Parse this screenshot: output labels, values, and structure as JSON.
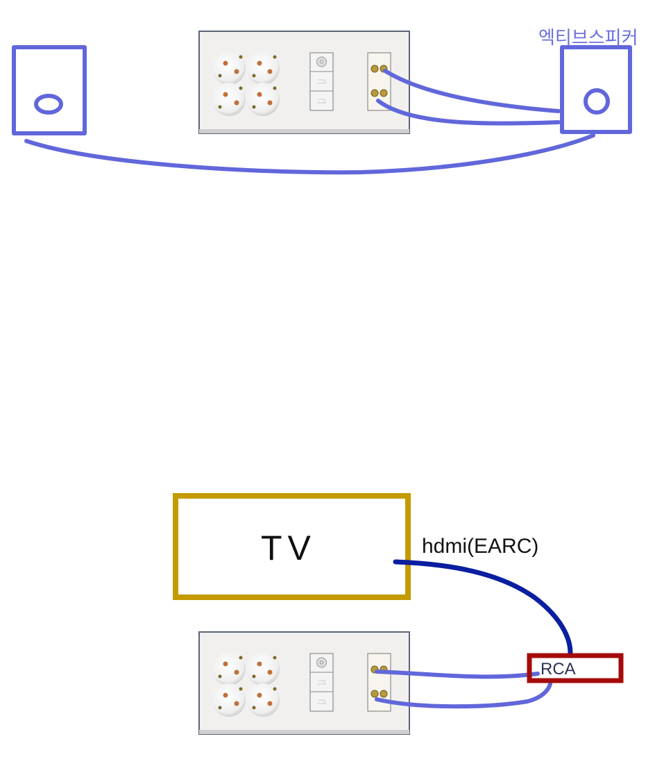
{
  "labels": {
    "active_speaker": "엑티브스피커",
    "tv": "TV",
    "hdmi": "hdmi(EARC)",
    "rca": "RCA"
  },
  "colors": {
    "speaker_wire": "#6167DA",
    "hdmi_wire": "#0A1FA0",
    "tv_box": "#C49A00",
    "rca_box": "#A50A0A"
  }
}
